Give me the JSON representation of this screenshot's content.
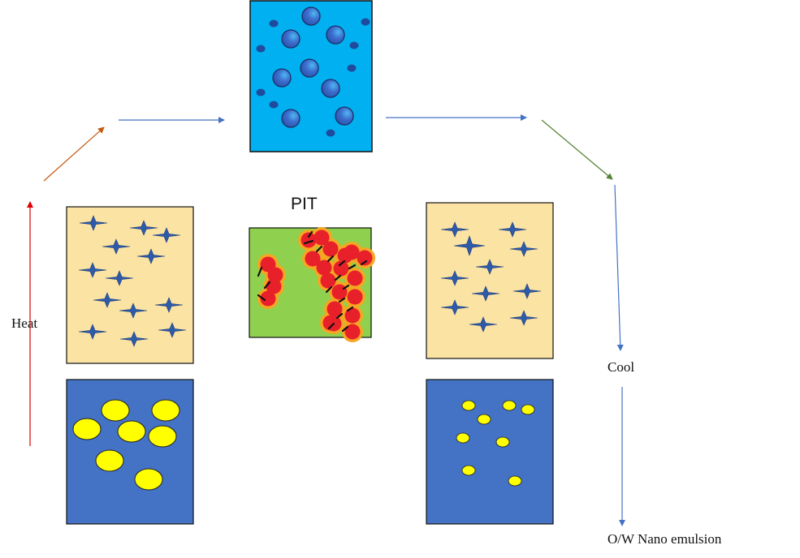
{
  "labels": {
    "heat": "Heat",
    "pit": "PIT",
    "cool": "Cool",
    "result": "O/W Nano emulsion"
  },
  "colors": {
    "oil_phase": "#fbe3a4",
    "water_phase": "#4472c4",
    "inverted_phase": "#00b0f0",
    "pit_phase": "#8fd14f",
    "droplet_yellow": "#ffff00",
    "surfactant_star": "#2e5aa8",
    "pit_droplet": "#e8202a",
    "pit_halo": "#f5a623",
    "heat_arrow": "#e00000",
    "up_arrow": "#c55a11",
    "flow_arrow": "#4472c4",
    "down_arrow": "#548235"
  },
  "icons": {
    "surfactant": "four-point-star-icon",
    "oil_droplet": "yellow-circle-icon",
    "water_droplet": "blue-sphere-icon",
    "arrow": "arrow-icon"
  }
}
